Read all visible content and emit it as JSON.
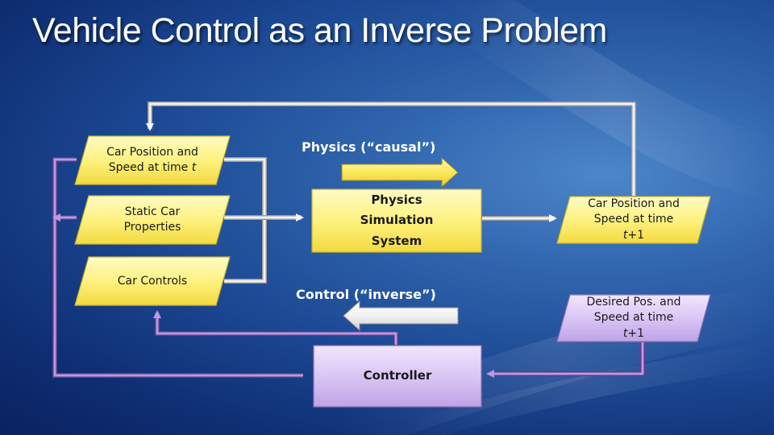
{
  "title": "Vehicle Control as an Inverse Problem",
  "inputs": {
    "position": {
      "line1": "Car Position and",
      "line2": "Speed at time ",
      "var": "t"
    },
    "static": {
      "line1": "Static Car",
      "line2": "Properties"
    },
    "controls": {
      "line1": "Car Controls"
    }
  },
  "physics": {
    "line1": "Physics",
    "line2": "Simulation",
    "line3": "System"
  },
  "output": {
    "line1": "Car Position and",
    "line2": "Speed at time",
    "var": "t",
    "suffix": "+1"
  },
  "desired": {
    "line1": "Desired Pos. and",
    "line2": "Speed at time",
    "var": "t",
    "suffix": "+1"
  },
  "controller": {
    "label": "Controller"
  },
  "arrows": {
    "physics_label": "Physics (“causal”)",
    "control_label": "Control (“inverse”)"
  },
  "colors": {
    "yellow_box": "#fdf07a",
    "purple_box": "#d8c2f4",
    "purple_wire": "#8b62b6",
    "background": "#1c4893"
  }
}
